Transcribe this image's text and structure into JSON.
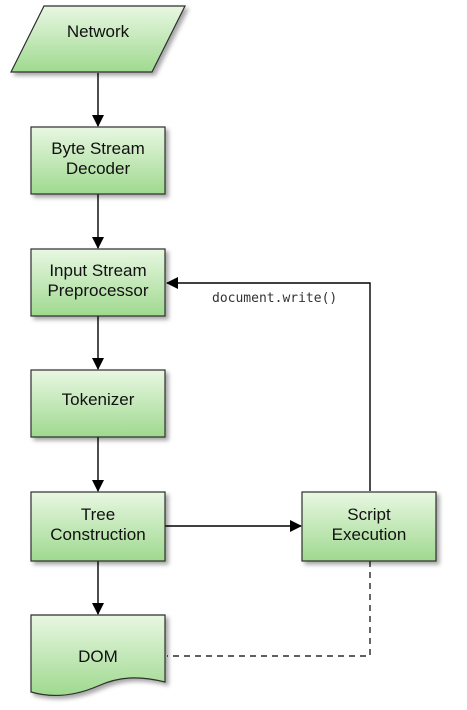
{
  "nodes": {
    "network": {
      "label": "Network"
    },
    "byte_stream_decoder": {
      "lines": [
        "Byte Stream",
        "Decoder"
      ]
    },
    "input_stream_preprocessor": {
      "lines": [
        "Input Stream",
        "Preprocessor"
      ]
    },
    "tokenizer": {
      "label": "Tokenizer"
    },
    "tree_construction": {
      "lines": [
        "Tree",
        "Construction"
      ]
    },
    "script_execution": {
      "lines": [
        "Script",
        "Execution"
      ]
    },
    "dom": {
      "label": "DOM"
    }
  },
  "edges": {
    "document_write_label": "document.write()"
  },
  "colors": {
    "box_fill_top": "#e8f7e2",
    "box_fill_bottom": "#9fd98f",
    "border": "#2f2f2f",
    "arrow": "#000000"
  }
}
